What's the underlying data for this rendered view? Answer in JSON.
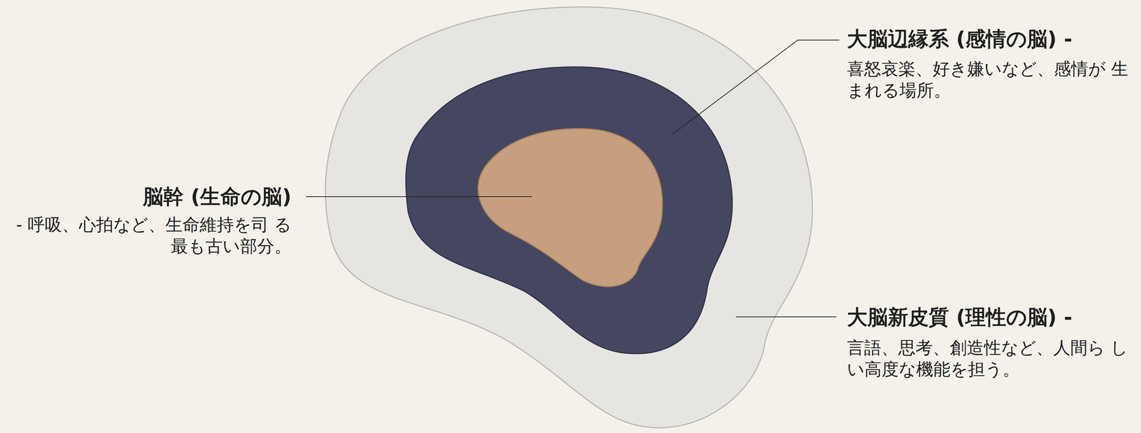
{
  "diagram": {
    "labels": [
      "大脳辺縁系 (感情の脳) -",
      "喜怒哀楽、好き嫌いなど、感情が 生まれる場所。",
      "脳幹 (生命の脳)",
      "- 呼吸、心拍など、生命維持を司 る最も古い部分。",
      "大脳新皮質 (理性の脳) -",
      "言語、思考、創造性など、人間ら しい高度な機能を担う。"
    ]
  }
}
